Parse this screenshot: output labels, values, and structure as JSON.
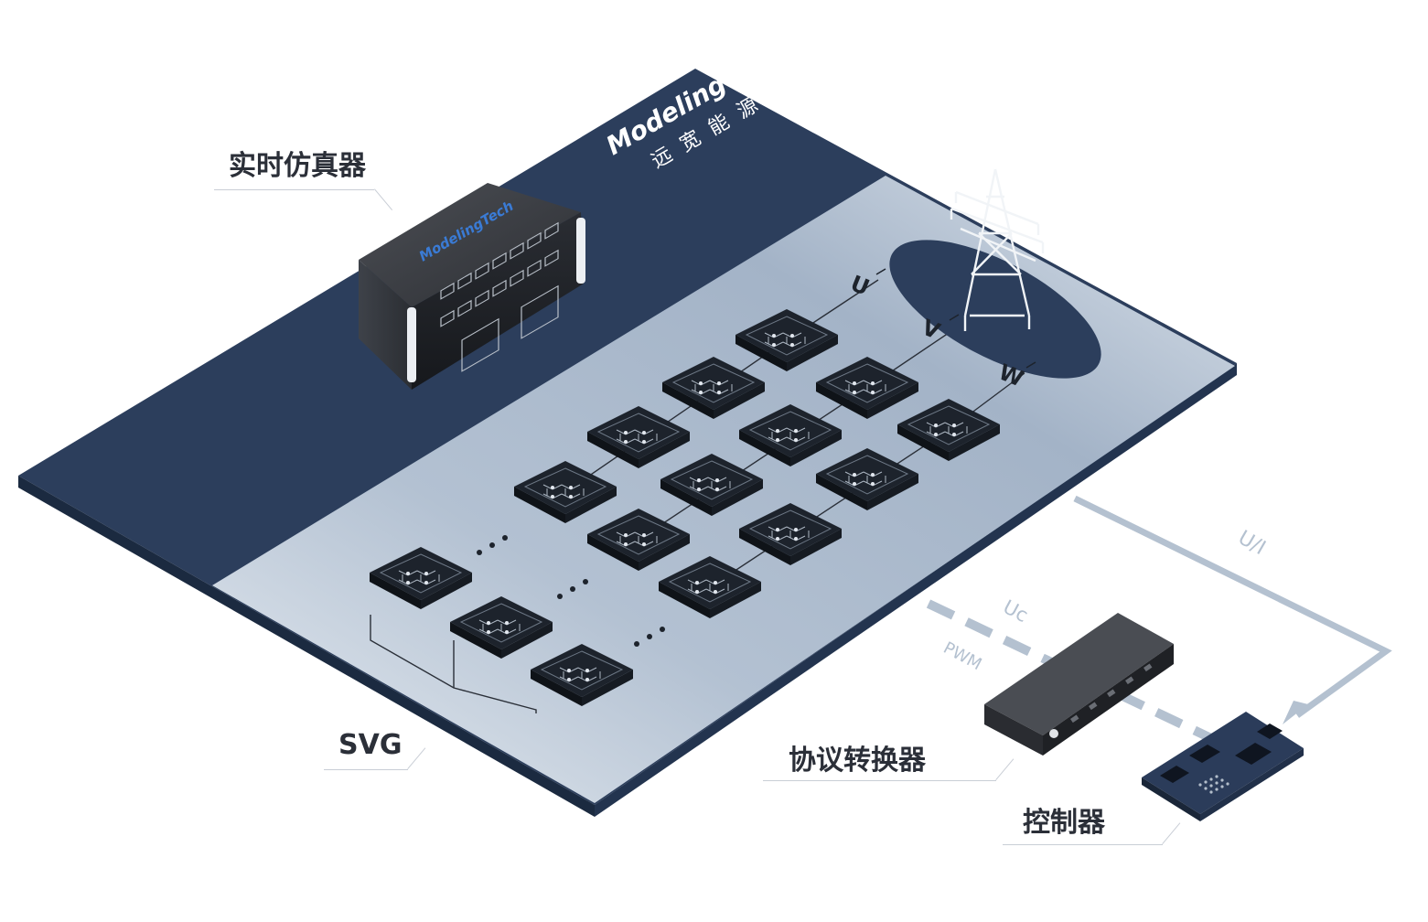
{
  "brand": {
    "name": "ModelingTech",
    "cn_name": "远宽能源",
    "simulator_badge": "ModelingTech"
  },
  "labels": {
    "simulator": "实时仿真器",
    "svg": "SVG",
    "converter": "协议转换器",
    "controller": "控制器"
  },
  "phases": [
    "U",
    "V",
    "W"
  ],
  "signals": {
    "ui": "U/I",
    "uc": "Uc",
    "pwm": "PWM"
  },
  "colors": {
    "platform_dark": "#2c3e5c",
    "platform_light": "#d3dbe5",
    "module": "#1d232c",
    "signal_line": "#b4c1d0",
    "label_text": "#2b2f38"
  },
  "icons": {
    "tower": "transmission-tower-icon",
    "module": "power-module-icon"
  }
}
